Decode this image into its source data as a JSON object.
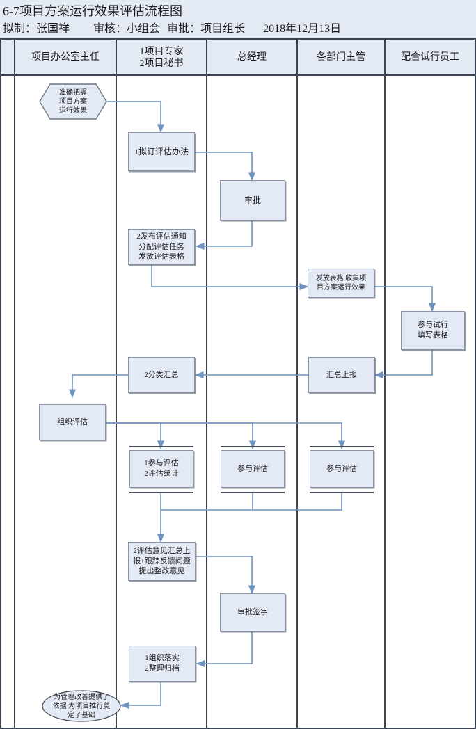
{
  "doc": {
    "title": "6-7项目方案运行效果评估流程图",
    "prepared_label": "拟制：",
    "prepared_by": "张国祥",
    "reviewed_label": "审核：",
    "reviewed_by": "小组会",
    "approved_label": "审批：",
    "approved_by": "项目组长",
    "date": "2018年12月13日"
  },
  "colors": {
    "band_bg": "#e4eaf4",
    "node_fill": "#e3eaf5",
    "node_border": "#8793a6",
    "lane_line": "#3b4452",
    "connector": "#6f93bf",
    "bar": "#4a515c"
  },
  "lanes": [
    {
      "id": "lane-project-office-director",
      "label": "项目办公室主任"
    },
    {
      "id": "lane-project-expert-secretary",
      "label": "1项目专家\n2项目秘书"
    },
    {
      "id": "lane-general-manager",
      "label": "总经理"
    },
    {
      "id": "lane-department-heads",
      "label": "各部门主管"
    },
    {
      "id": "lane-trial-staff",
      "label": "配合试行员工"
    }
  ],
  "nodes": [
    {
      "id": "start-hexagon",
      "shape": "hexagon",
      "lane": 0,
      "text": "准确把握\n项目方案\n运行效果"
    },
    {
      "id": "draft-evaluation-method",
      "shape": "process",
      "lane": 1,
      "text": "1拟订评估办法"
    },
    {
      "id": "approve",
      "shape": "process",
      "lane": 2,
      "text": "审批"
    },
    {
      "id": "publish-evaluation-notice",
      "shape": "process",
      "lane": 1,
      "text": "2发布评估通知\n分配评估任务\n发放评估表格"
    },
    {
      "id": "distribute-collect-forms",
      "shape": "process",
      "lane": 3,
      "text": "发放表格  收集项\n目方案运行效果"
    },
    {
      "id": "participate-trial-fill-form",
      "shape": "process",
      "lane": 4,
      "text": "参与试行\n填写表格"
    },
    {
      "id": "summarize-report-up",
      "shape": "process",
      "lane": 3,
      "text": "汇总上报"
    },
    {
      "id": "classify-summary",
      "shape": "process",
      "lane": 1,
      "text": "2分类汇总"
    },
    {
      "id": "organize-evaluation",
      "shape": "process",
      "lane": 0,
      "text": "组织评估"
    },
    {
      "id": "participate-evaluation-stats",
      "shape": "process-forked",
      "lane": 1,
      "text": "1参与评估\n2评估统计"
    },
    {
      "id": "participate-evaluation-gm",
      "shape": "process-forked",
      "lane": 2,
      "text": "参与评估"
    },
    {
      "id": "participate-evaluation-dept",
      "shape": "process-forked",
      "lane": 3,
      "text": "参与评估"
    },
    {
      "id": "evaluation-opinion-summary",
      "shape": "process",
      "lane": 1,
      "text": "2评估意见汇总上\n报1跟踪反馈问题\n提出整改意见"
    },
    {
      "id": "approval-signature",
      "shape": "process",
      "lane": 2,
      "text": "审批签字"
    },
    {
      "id": "organize-implementation-archive",
      "shape": "process",
      "lane": 1,
      "text": "1组织落实\n2整理归档"
    },
    {
      "id": "end-ellipse",
      "shape": "ellipse",
      "lane": 0,
      "text": "为管理改善提供了\n依据 为项目推行奠\n定了基础"
    }
  ]
}
